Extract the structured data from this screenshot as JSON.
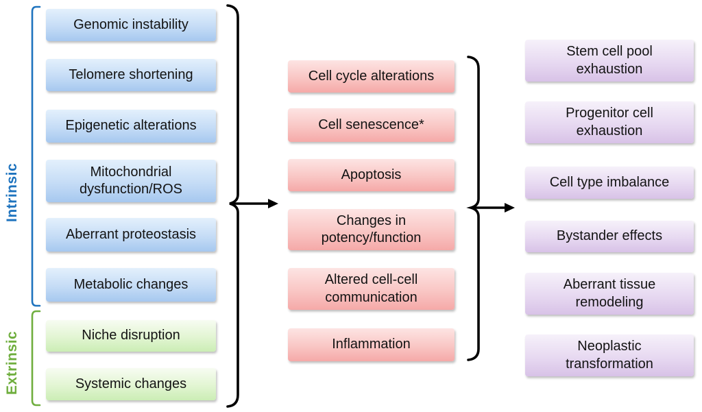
{
  "figure": {
    "description_groups": {
      "intrinsic": {
        "label": "Intrinsic",
        "color": "#1e73be"
      },
      "extrinsic": {
        "label": "Extrinsic",
        "color": "#6fae3e"
      }
    },
    "left_column": {
      "intrinsic_items": [
        "Genomic instability",
        "Telomere shortening",
        "Epigenetic alterations",
        "Mitochondrial dysfunction/ROS",
        "Aberrant proteostasis",
        "Metabolic changes"
      ],
      "extrinsic_items": [
        "Niche disruption",
        "Systemic changes"
      ]
    },
    "middle_column": {
      "items": [
        "Cell cycle alterations",
        "Cell senescence*",
        "Apoptosis",
        "Changes in potency/function",
        "Altered cell-cell communication",
        "Inflammation"
      ]
    },
    "right_column": {
      "items": [
        "Stem cell pool exhaustion",
        "Progenitor cell exhaustion",
        "Cell type imbalance",
        "Bystander effects",
        "Aberrant tissue remodeling",
        "Neoplastic transformation"
      ]
    },
    "colors": {
      "blue_box_top": "#e3f0fc",
      "blue_box_bottom": "#a6c8ef",
      "green_box_top": "#f7fcf2",
      "green_box_bottom": "#cbedb5",
      "pink_box_top": "#fde4e3",
      "pink_box_bottom": "#f5a9a8",
      "purple_box_top": "#f6f1fa",
      "purple_box_bottom": "#d8c2e7",
      "intrinsic_bracket": "#1e73be",
      "extrinsic_bracket": "#6fae3e",
      "brace_and_arrow": "#000000"
    }
  }
}
